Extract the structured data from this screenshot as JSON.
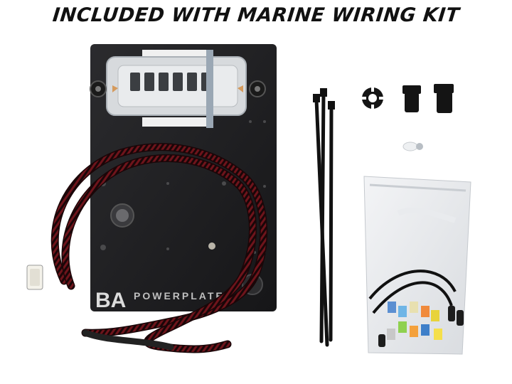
{
  "header": {
    "title": "INCLUDED WITH MARINE WIRING KIT"
  },
  "plate": {
    "logo_mark": "BA",
    "brand": "POWERPLATE"
  },
  "colors": {
    "plate": "#1f1f21",
    "braid_dark": "#2a0b0e",
    "braid_red": "#8a1a22",
    "background": "#ffffff"
  }
}
